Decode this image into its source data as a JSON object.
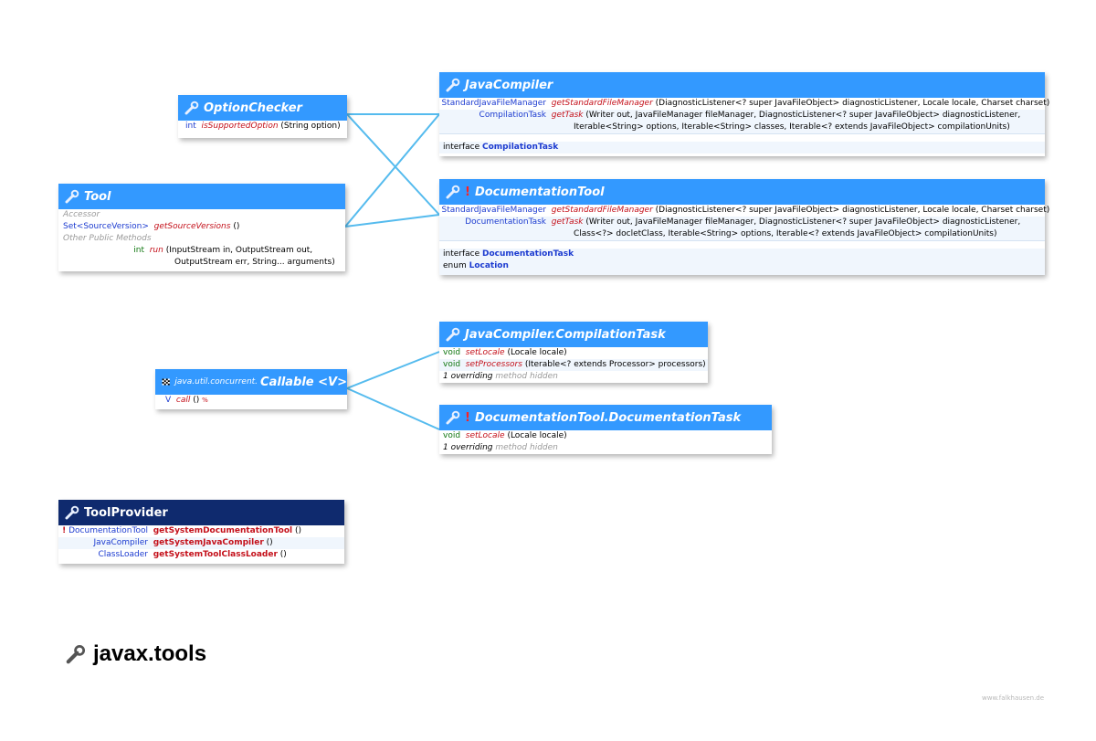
{
  "package_title": "javax.tools",
  "credit": "www.falkhausen.de",
  "option_checker": {
    "name": "OptionChecker",
    "m1_type": "int",
    "m1_name": "isSupportedOption",
    "m1_params": "(String option)"
  },
  "tool": {
    "name": "Tool",
    "section_accessor": "Accessor",
    "acc_type": "Set<SourceVersion>",
    "acc_name": "getSourceVersions",
    "acc_params": "()",
    "section_other": "Other Public Methods",
    "run_type": "int",
    "run_name": "run",
    "run_params1": "(InputStream in, OutputStream out,",
    "run_params2": "OutputStream err, String... arguments)"
  },
  "java_compiler": {
    "name": "JavaCompiler",
    "r1_type": "StandardJavaFileManager",
    "r1_name": "getStandardFileManager",
    "r1_params": "(DiagnosticListener<? super JavaFileObject> diagnosticListener, Locale locale, Charset charset)",
    "r2_type": "CompilationTask",
    "r2_name": "getTask",
    "r2_params": "(Writer out, JavaFileManager fileManager, DiagnosticListener<? super JavaFileObject> diagnosticListener,",
    "r3_params": "Iterable<String> options, Iterable<String> classes, Iterable<? extends JavaFileObject> compilationUnits)",
    "nested_kw": "interface",
    "nested_name": "CompilationTask"
  },
  "documentation_tool": {
    "name": "DocumentationTool",
    "marker": "!",
    "r1_type": "StandardJavaFileManager",
    "r1_name": "getStandardFileManager",
    "r1_params": "(DiagnosticListener<? super JavaFileObject> diagnosticListener, Locale locale, Charset charset)",
    "r2_type": "DocumentationTask",
    "r2_name": "getTask",
    "r2_params": "(Writer out, JavaFileManager fileManager, DiagnosticListener<? super JavaFileObject> diagnosticListener,",
    "r3_params": "Class<?> docletClass, Iterable<String> options, Iterable<? extends JavaFileObject> compilationUnits)",
    "n1_kw": "interface",
    "n1_name": "DocumentationTask",
    "n2_kw": "enum",
    "n2_name": "Location"
  },
  "callable": {
    "pkg": "java.util.concurrent.",
    "name": "Callable <V>",
    "m_type": "V",
    "m_name": "call",
    "m_params": "()",
    "m_mark": "%"
  },
  "compilation_task": {
    "name": "JavaCompiler.CompilationTask",
    "m1_type": "void",
    "m1_name": "setLocale",
    "m1_params": "(Locale locale)",
    "m2_type": "void",
    "m2_name": "setProcessors",
    "m2_params": "(Iterable<? extends Processor> processors)",
    "hidden_a": "1 overriding",
    "hidden_b": "method hidden"
  },
  "documentation_task": {
    "name": "DocumentationTool.DocumentationTask",
    "marker": "!",
    "m1_type": "void",
    "m1_name": "setLocale",
    "m1_params": "(Locale locale)",
    "hidden_a": "1 overriding",
    "hidden_b": "method hidden"
  },
  "tool_provider": {
    "name": "ToolProvider",
    "r1_mark": "!",
    "r1_type": "DocumentationTool",
    "r1_name": "getSystemDocumentationTool",
    "r1_params": "()",
    "r2_type": "JavaCompiler",
    "r2_name": "getSystemJavaCompiler",
    "r2_params": "()",
    "r3_type": "ClassLoader",
    "r3_name": "getSystemToolClassLoader",
    "r3_params": "()"
  },
  "colors": {
    "header": "#3399ff",
    "header_dark": "#0f2a6e",
    "link": "#55bbee",
    "method": "#c4101a",
    "type": "#1c3bd0"
  }
}
